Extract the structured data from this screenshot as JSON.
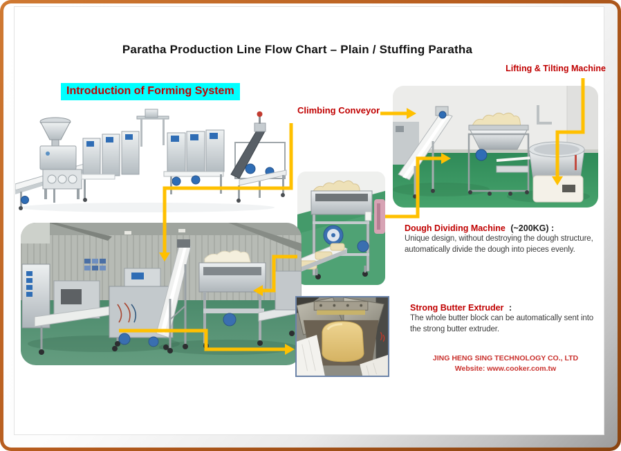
{
  "slide": {
    "title": "Paratha Production Line Flow Chart – Plain / Stuffing Paratha",
    "intro_label": "Introduction of Forming System",
    "labels": {
      "lifting_tilting": "Lifting & Tilting Machine",
      "climbing_conveyor": "Climbing Conveyor"
    },
    "dough_divider": {
      "heading_red": "Dough Dividing Machine",
      "heading_black": "(~200KG) :",
      "body_lines": [
        "Unique design, without destroying the dough structure,",
        "automatically divide the dough into pieces evenly."
      ]
    },
    "butter_extruder": {
      "heading_red": "Strong Butter Extruder",
      "heading_black": ":",
      "body_lines": [
        "The whole butter block can be automatically sent into",
        "the strong butter extruder."
      ]
    },
    "footer": {
      "company": "JING HENG SING TECHNOLOGY CO., LTD",
      "website": "Website: www.cooker.com.tw"
    },
    "colors": {
      "accent_red": "#C00000",
      "highlight_cyan": "#00FFFF",
      "arrow_yellow": "#FFC000",
      "frame_orange": "#B65C1E"
    }
  }
}
